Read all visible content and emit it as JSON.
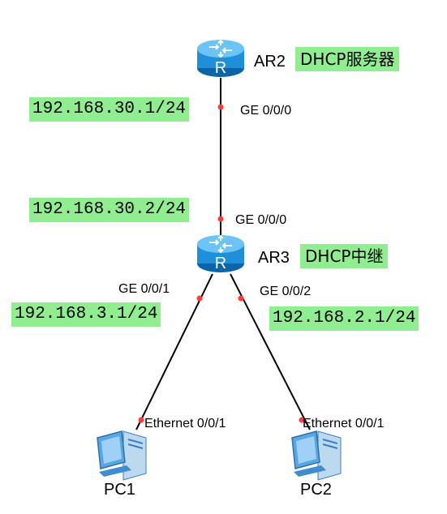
{
  "colors": {
    "label_bg": "#90ee90",
    "link": "#000000",
    "port_dot": "#ff3b3b",
    "router_body": "#1e8fd8",
    "pc_body": "#5aa7df"
  },
  "devices": {
    "ar2": {
      "name": "AR2",
      "role": "DHCP服务器",
      "icon": "router-icon"
    },
    "ar3": {
      "name": "AR3",
      "role": "DHCP中继",
      "icon": "router-icon"
    },
    "pc1": {
      "name": "PC1",
      "icon": "pc-icon"
    },
    "pc2": {
      "name": "PC2",
      "icon": "pc-icon"
    }
  },
  "interfaces": {
    "ar2_ge000": {
      "port": "GE 0/0/0",
      "ip": "192.168.30.1/24"
    },
    "ar3_ge000": {
      "port": "GE 0/0/0",
      "ip": "192.168.30.2/24"
    },
    "ar3_ge001": {
      "port": "GE 0/0/1",
      "ip": "192.168.3.1/24"
    },
    "ar3_ge002": {
      "port": "GE 0/0/2",
      "ip": "192.168.2.1/24"
    },
    "pc1_eth": {
      "port": "Ethernet 0/0/1"
    },
    "pc2_eth": {
      "port": "Ethernet 0/0/1"
    }
  }
}
